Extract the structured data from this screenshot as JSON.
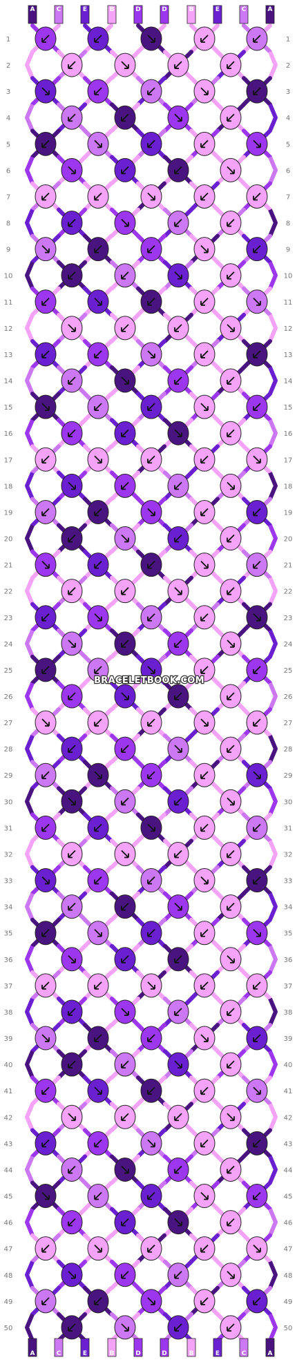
{
  "watermark": "BRACELETBOOK.COM",
  "strand_letters": [
    "A",
    "C",
    "E",
    "B",
    "D",
    "D",
    "B",
    "E",
    "C",
    "A"
  ],
  "strand_colors": {
    "A": "#4a1480",
    "B": "#f4a3f8",
    "C": "#cc77f3",
    "D": "#9c37ef",
    "E": "#6a1fd0"
  },
  "row_numbers": [
    "1",
    "2",
    "3",
    "4",
    "5",
    "6",
    "7",
    "8",
    "9",
    "10",
    "11",
    "12",
    "13",
    "14",
    "15",
    "16",
    "17",
    "18",
    "19",
    "20",
    "21",
    "22",
    "23",
    "24",
    "25",
    "26",
    "27",
    "28",
    "29",
    "30",
    "31",
    "32",
    "33",
    "34",
    "35",
    "36",
    "37",
    "38",
    "39",
    "40",
    "41",
    "42",
    "43",
    "44",
    "45",
    "46",
    "47",
    "48",
    "49",
    "50"
  ],
  "knot_arrow_icon": "knot-direction-arrow",
  "edge_connector_icon": "edge-turn-connector"
}
